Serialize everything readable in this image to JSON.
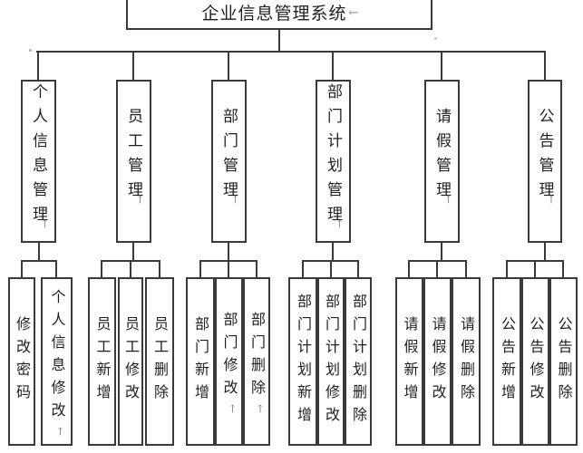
{
  "diagram": {
    "title_note": "functional structure chart",
    "root": {
      "label": "企业信息管理系统",
      "mark": "←"
    },
    "branches": [
      {
        "label": "个人信息管理",
        "mark": "←",
        "children": [
          {
            "label": "修改密码",
            "mark": ""
          },
          {
            "label": "个人信息修改",
            "mark": "←"
          }
        ]
      },
      {
        "label": "员工管理",
        "mark": "←",
        "children": [
          {
            "label": "员工新增",
            "mark": ""
          },
          {
            "label": "员工修改",
            "mark": ""
          },
          {
            "label": "员工删除",
            "mark": ""
          }
        ]
      },
      {
        "label": "部门管理",
        "mark": "←",
        "children": [
          {
            "label": "部门新增",
            "mark": ""
          },
          {
            "label": "部门修改",
            "mark": "←"
          },
          {
            "label": "部门删除",
            "mark": "←"
          }
        ]
      },
      {
        "label": "部门计划管理",
        "mark": "←",
        "children": [
          {
            "label": "部门计划新增",
            "mark": ""
          },
          {
            "label": "部门计划修改",
            "mark": ""
          },
          {
            "label": "部门计划删除",
            "mark": ""
          }
        ]
      },
      {
        "label": "请假管理",
        "mark": "←",
        "children": [
          {
            "label": "请假新增",
            "mark": ""
          },
          {
            "label": "请假修改",
            "mark": ""
          },
          {
            "label": "请假删除",
            "mark": ""
          }
        ]
      },
      {
        "label": "公告管理",
        "mark": "←",
        "children": [
          {
            "label": "公告新增",
            "mark": ""
          },
          {
            "label": "公告修改",
            "mark": ""
          },
          {
            "label": "公告删除",
            "mark": ""
          }
        ]
      }
    ],
    "colors": {
      "line": "#3a3a3a",
      "text": "#1f1f1f",
      "mark": "#8a8a8a",
      "background": "#ffffff",
      "speck": "#b5645a"
    }
  }
}
